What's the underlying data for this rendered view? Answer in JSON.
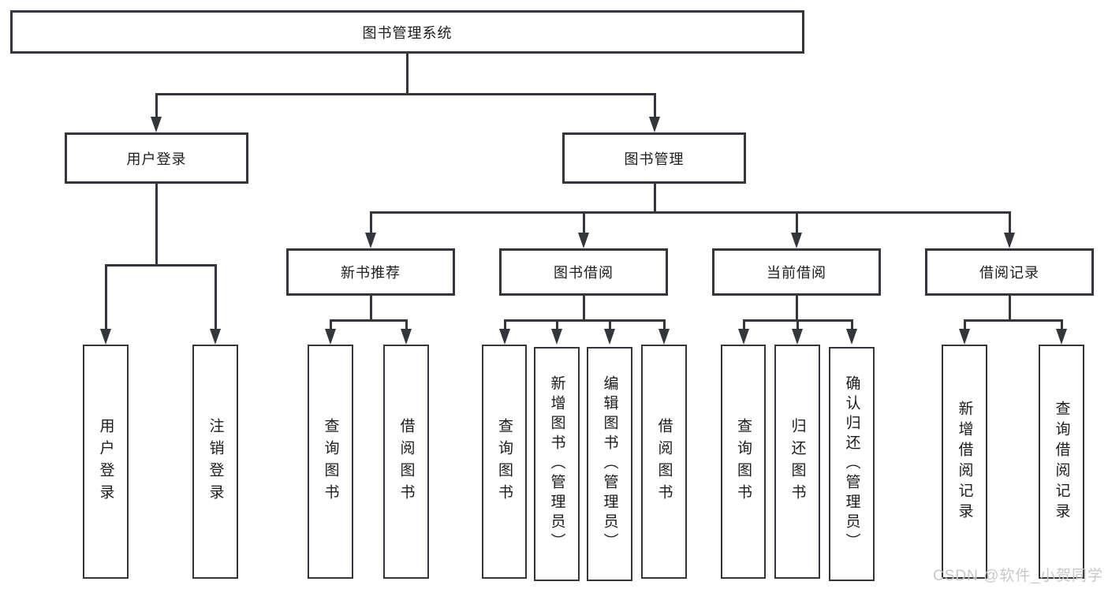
{
  "diagram": {
    "root": {
      "label": "图书管理系统"
    },
    "branches": [
      {
        "label": "用户登录",
        "children": [
          {
            "label": "用户登录"
          },
          {
            "label": "注销登录"
          }
        ]
      },
      {
        "label": "图书管理",
        "children": [
          {
            "label": "新书推荐",
            "children": [
              {
                "label": "查询图书"
              },
              {
                "label": "借阅图书"
              }
            ]
          },
          {
            "label": "图书借阅",
            "children": [
              {
                "label": "查询图书"
              },
              {
                "label": "新增图书（管理员）"
              },
              {
                "label": "编辑图书（管理员）"
              },
              {
                "label": "借阅图书"
              }
            ]
          },
          {
            "label": "当前借阅",
            "children": [
              {
                "label": "查询图书"
              },
              {
                "label": "归还图书"
              },
              {
                "label": "确认归还（管理员）"
              }
            ]
          },
          {
            "label": "借阅记录",
            "children": [
              {
                "label": "新增借阅记录"
              },
              {
                "label": "查询借阅记录"
              }
            ]
          }
        ]
      }
    ],
    "line_color": "#33363a"
  },
  "watermark": {
    "text": "CSDN @软件_小贺同学"
  }
}
